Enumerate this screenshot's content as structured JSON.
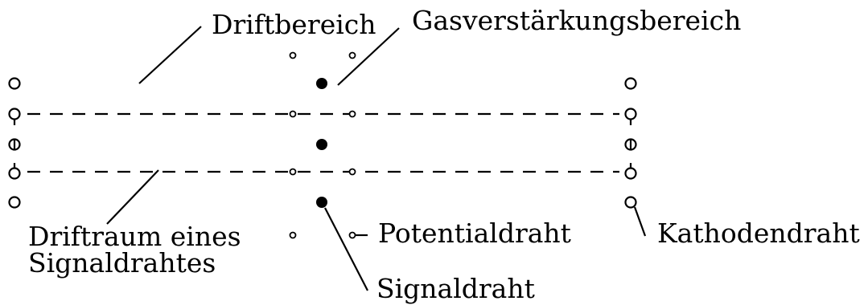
{
  "labels": {
    "drift_region": "Driftbereich",
    "gas_amplification_region": "Gasverstärkungsbereich",
    "drift_space_line1": "Driftraum eines",
    "drift_space_line2": "Signaldrahtes",
    "potential_wire": "Potentialdraht",
    "cathode_wire": "Kathodendraht",
    "signal_wire": "Signaldraht"
  },
  "colors": {
    "ink": "#000000",
    "background": "#ffffff"
  }
}
